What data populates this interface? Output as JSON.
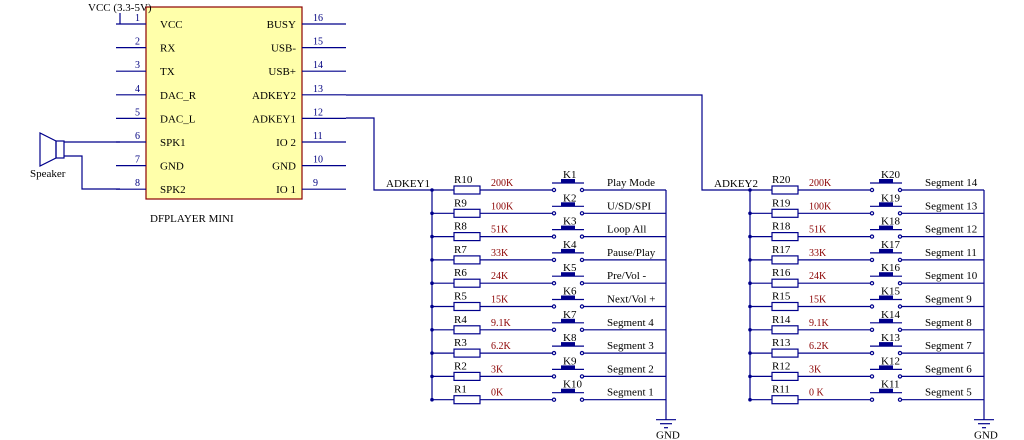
{
  "colors": {
    "wire": "#00008b",
    "chip": "#ffffaa",
    "chip_border": "#8b0000",
    "pin_label": "#8b0000",
    "text": "#000000"
  },
  "vcc_label": "VCC (3.3-5V)",
  "chip": {
    "title": "DFPLAYER MINI",
    "left_pins": [
      {
        "num": "1",
        "name": "VCC"
      },
      {
        "num": "2",
        "name": "RX"
      },
      {
        "num": "3",
        "name": "TX"
      },
      {
        "num": "4",
        "name": "DAC_R"
      },
      {
        "num": "5",
        "name": "DAC_L"
      },
      {
        "num": "6",
        "name": "SPK1"
      },
      {
        "num": "7",
        "name": "GND"
      },
      {
        "num": "8",
        "name": "SPK2"
      }
    ],
    "right_pins": [
      {
        "num": "16",
        "name": "BUSY"
      },
      {
        "num": "15",
        "name": "USB-"
      },
      {
        "num": "14",
        "name": "USB+"
      },
      {
        "num": "13",
        "name": "ADKEY2"
      },
      {
        "num": "12",
        "name": "ADKEY1"
      },
      {
        "num": "11",
        "name": "IO 2"
      },
      {
        "num": "10",
        "name": "GND"
      },
      {
        "num": "9",
        "name": "IO 1"
      }
    ]
  },
  "speaker_label": "Speaker",
  "gnd_label": "GND",
  "banks": [
    {
      "net": "ADKEY1",
      "rows": [
        {
          "r": "R10",
          "v": "200K",
          "k": "K1",
          "f": "Play Mode"
        },
        {
          "r": "R9",
          "v": "100K",
          "k": "K2",
          "f": "U/SD/SPI"
        },
        {
          "r": "R8",
          "v": "51K",
          "k": "K3",
          "f": "Loop All"
        },
        {
          "r": "R7",
          "v": "33K",
          "k": "K4",
          "f": "Pause/Play"
        },
        {
          "r": "R6",
          "v": "24K",
          "k": "K5",
          "f": "Pre/Vol -"
        },
        {
          "r": "R5",
          "v": "15K",
          "k": "K6",
          "f": "Next/Vol +"
        },
        {
          "r": "R4",
          "v": "9.1K",
          "k": "K7",
          "f": "Segment 4"
        },
        {
          "r": "R3",
          "v": "6.2K",
          "k": "K8",
          "f": "Segment 3"
        },
        {
          "r": "R2",
          "v": "3K",
          "k": "K9",
          "f": "Segment 2"
        },
        {
          "r": "R1",
          "v": "0K",
          "k": "K10",
          "f": "Segment 1"
        }
      ]
    },
    {
      "net": "ADKEY2",
      "rows": [
        {
          "r": "R20",
          "v": "200K",
          "k": "K20",
          "f": "Segment 14"
        },
        {
          "r": "R19",
          "v": "100K",
          "k": "K19",
          "f": "Segment 13"
        },
        {
          "r": "R18",
          "v": "51K",
          "k": "K18",
          "f": "Segment 12"
        },
        {
          "r": "R17",
          "v": "33K",
          "k": "K17",
          "f": "Segment 11"
        },
        {
          "r": "R16",
          "v": "24K",
          "k": "K16",
          "f": "Segment 10"
        },
        {
          "r": "R15",
          "v": "15K",
          "k": "K15",
          "f": "Segment 9"
        },
        {
          "r": "R14",
          "v": "9.1K",
          "k": "K14",
          "f": "Segment 8"
        },
        {
          "r": "R13",
          "v": "6.2K",
          "k": "K13",
          "f": "Segment 7"
        },
        {
          "r": "R12",
          "v": "3K",
          "k": "K12",
          "f": "Segment 6"
        },
        {
          "r": "R11",
          "v": "0 K",
          "k": "K11",
          "f": "Segment 5"
        }
      ]
    }
  ]
}
